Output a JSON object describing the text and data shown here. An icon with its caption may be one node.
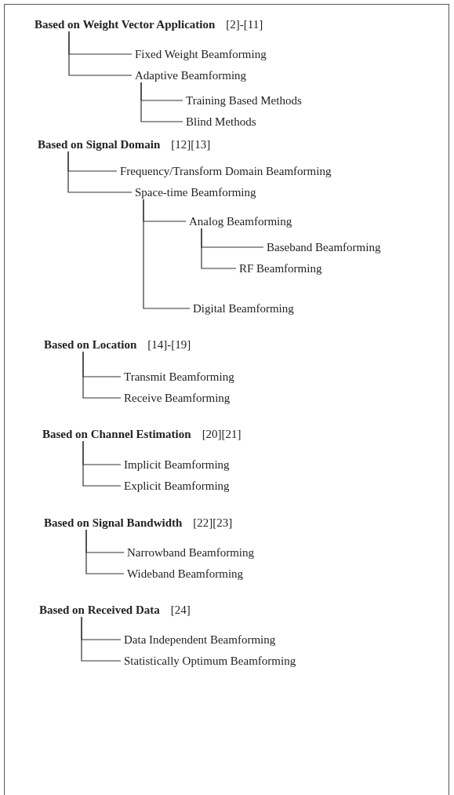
{
  "diagram": {
    "nodes": [
      {
        "text": [
          "Based on Weight Vector Application"
        ],
        "beside": [
          "[2]-[11]"
        ]
      },
      {
        "text": [
          "Fixed Weight Beamforming"
        ]
      },
      {
        "text": [
          "Adaptive Beamforming"
        ]
      },
      {
        "text": [
          "Training Based Methods"
        ]
      },
      {
        "text": [
          "Blind Methods"
        ]
      },
      {
        "text": [
          "Based on Signal Domain"
        ],
        "beside": [
          "[12][13]"
        ]
      },
      {
        "text": [
          "Frequency/Transform Domain Beamforming"
        ]
      },
      {
        "text": [
          "Space-time Beamforming"
        ]
      },
      {
        "text": [
          "Analog Beamforming"
        ]
      },
      {
        "text": [
          "Baseband Beamforming"
        ]
      },
      {
        "text": [
          "RF Beamforming"
        ]
      },
      {
        "text": [
          "Digital Beamforming"
        ]
      },
      {
        "text": [
          "Based on Location"
        ],
        "beside": [
          "[14]-[19]"
        ]
      },
      {
        "text": [
          "Transmit Beamforming"
        ]
      },
      {
        "text": [
          "Receive Beamforming"
        ]
      },
      {
        "text": [
          "Based on Channel Estimation"
        ],
        "beside": [
          "[20][21]"
        ]
      },
      {
        "text": [
          "Implicit Beamforming"
        ]
      },
      {
        "text": [
          "Explicit Beamforming"
        ]
      },
      {
        "text": [
          "Based on Signal Bandwidth"
        ],
        "beside": [
          "[22][23]"
        ]
      },
      {
        "text": [
          "Narrowband Beamforming"
        ]
      },
      {
        "text": [
          "Wideband Beamforming"
        ]
      },
      {
        "text": [
          "Based on Received Data"
        ],
        "beside": [
          "[24]"
        ]
      },
      {
        "text": [
          "Data Independent Beamforming"
        ]
      },
      {
        "text": [
          "Statistically Optimum Beamforming"
        ]
      }
    ],
    "edges": [
      {
        "from": 0,
        "to": 1,
        "arrow": "none"
      },
      {
        "from": 0,
        "to": 2,
        "arrow": "none"
      },
      {
        "from": 2,
        "to": 3,
        "arrow": "none"
      },
      {
        "from": 2,
        "to": 4,
        "arrow": "none"
      },
      {
        "from": 5,
        "to": 6,
        "arrow": "none"
      },
      {
        "from": 5,
        "to": 7,
        "arrow": "none"
      },
      {
        "from": 7,
        "to": 8,
        "arrow": "none"
      },
      {
        "from": 7,
        "to": 11,
        "arrow": "none"
      },
      {
        "from": 8,
        "to": 9,
        "arrow": "none"
      },
      {
        "from": 8,
        "to": 10,
        "arrow": "none"
      },
      {
        "from": 12,
        "to": 13,
        "arrow": "none"
      },
      {
        "from": 12,
        "to": 14,
        "arrow": "none"
      },
      {
        "from": 15,
        "to": 16,
        "arrow": "none"
      },
      {
        "from": 15,
        "to": 17,
        "arrow": "none"
      },
      {
        "from": 18,
        "to": 19,
        "arrow": "none"
      },
      {
        "from": 18,
        "to": 20,
        "arrow": "none"
      },
      {
        "from": 21,
        "to": 22,
        "arrow": "none"
      },
      {
        "from": 21,
        "to": 23,
        "arrow": "none"
      }
    ]
  }
}
